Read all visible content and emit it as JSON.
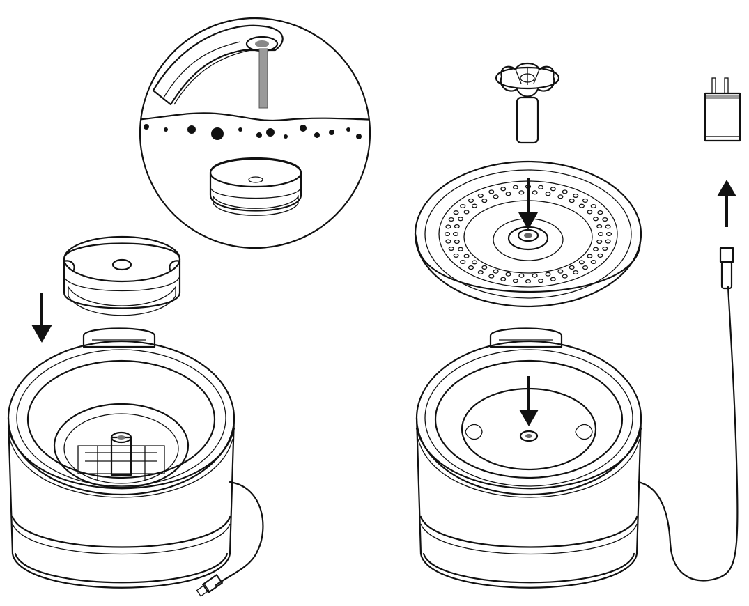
{
  "diagram": {
    "kind": "assembly-instructions",
    "steps": [
      {
        "id": "step-1",
        "parts": [
          "fountain-base",
          "filter-cartridge",
          "magnified-filter-soak"
        ]
      },
      {
        "id": "step-2",
        "parts": [
          "fountain-base",
          "top-cover-tray",
          "spout-flower",
          "usb-cable",
          "power-adapter"
        ]
      }
    ],
    "icons": [
      "down-arrow-icon",
      "up-arrow-icon",
      "usb-plug-icon",
      "power-adapter-icon",
      "water-tap-icon"
    ],
    "colors": {
      "line": "#111111",
      "light_fill": "#e6e6e6",
      "mid_fill": "#bdbdbd",
      "dark_fill": "#6f6f6f"
    }
  }
}
